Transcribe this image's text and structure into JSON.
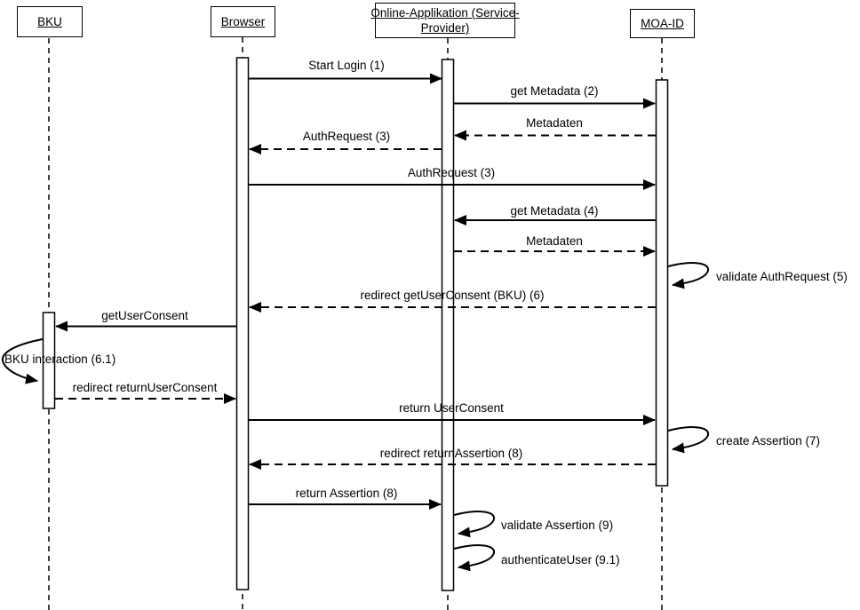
{
  "actors": [
    {
      "id": "bku",
      "label": "BKU"
    },
    {
      "id": "browser",
      "label": "Browser"
    },
    {
      "id": "online-app",
      "label_lines": [
        "Online-Applikation (Service-",
        "Provider)"
      ]
    },
    {
      "id": "moa-id",
      "label": "MOA-ID"
    }
  ],
  "messages": [
    {
      "label": "Start Login (1)",
      "from": "browser",
      "to": "online-app",
      "line": "solid",
      "kind": "message"
    },
    {
      "label": "get Metadata (2)",
      "from": "online-app",
      "to": "moa-id",
      "line": "solid",
      "kind": "message"
    },
    {
      "label": "Metadaten",
      "from": "moa-id",
      "to": "online-app",
      "line": "dashed",
      "kind": "message"
    },
    {
      "label": "AuthRequest (3)",
      "from": "online-app",
      "to": "browser",
      "line": "dashed",
      "kind": "message"
    },
    {
      "label": "AuthRequest (3)",
      "from": "browser",
      "to": "moa-id",
      "line": "solid",
      "kind": "message"
    },
    {
      "label": "get Metadata (4)",
      "from": "moa-id",
      "to": "online-app",
      "line": "solid",
      "kind": "message"
    },
    {
      "label": "Metadaten",
      "from": "online-app",
      "to": "moa-id",
      "line": "dashed",
      "kind": "message"
    },
    {
      "label": "validate AuthRequest (5)",
      "from": "moa-id",
      "to": "moa-id",
      "line": "solid",
      "kind": "self"
    },
    {
      "label": "redirect getUserConsent (BKU) (6)",
      "from": "moa-id",
      "to": "browser",
      "line": "dashed",
      "kind": "message"
    },
    {
      "label": "getUserConsent",
      "from": "browser",
      "to": "bku",
      "line": "solid",
      "kind": "message"
    },
    {
      "label": "BKU interaction (6.1)",
      "from": "bku",
      "to": "bku",
      "line": "solid",
      "kind": "self"
    },
    {
      "label": "redirect returnUserConsent",
      "from": "bku",
      "to": "browser",
      "line": "dashed",
      "kind": "message"
    },
    {
      "label": "return UserConsent",
      "from": "browser",
      "to": "moa-id",
      "line": "solid",
      "kind": "message"
    },
    {
      "label": "create Assertion (7)",
      "from": "moa-id",
      "to": "moa-id",
      "line": "solid",
      "kind": "self"
    },
    {
      "label": "redirect returnAssertion (8)",
      "from": "moa-id",
      "to": "browser",
      "line": "dashed",
      "kind": "message"
    },
    {
      "label": "return Assertion (8)",
      "from": "browser",
      "to": "online-app",
      "line": "solid",
      "kind": "message"
    },
    {
      "label": "validate Assertion (9)",
      "from": "online-app",
      "to": "online-app",
      "line": "solid",
      "kind": "self"
    },
    {
      "label": "authenticateUser (9.1)",
      "from": "online-app",
      "to": "online-app",
      "line": "solid",
      "kind": "self"
    }
  ],
  "colors": {
    "stroke": "#000000",
    "background": "#ffffff"
  }
}
